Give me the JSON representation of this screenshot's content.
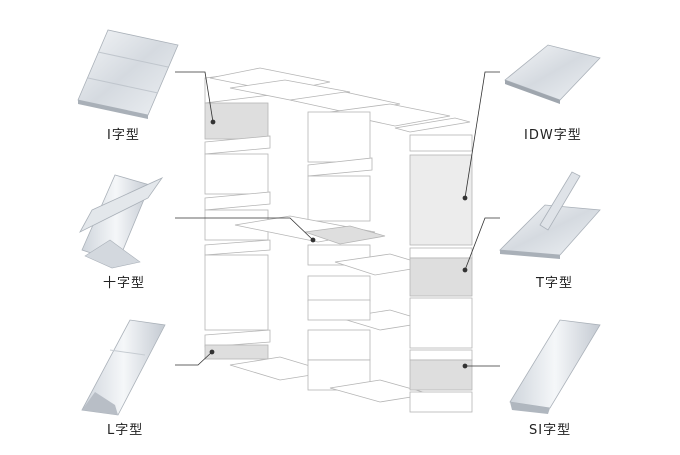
{
  "profiles": {
    "i_type": {
      "label": "I字型"
    },
    "cross_type": {
      "label": "十字型"
    },
    "l_type": {
      "label": "L字型"
    },
    "idw_type": {
      "label": "IDW字型"
    },
    "t_type": {
      "label": "T字型"
    },
    "si_type": {
      "label": "SI字型"
    }
  },
  "colors": {
    "leader_line": "#333333",
    "panel_highlight": "#dcdcdc",
    "profile_light": "#eef0f3",
    "profile_shade": "#b8bec6"
  }
}
